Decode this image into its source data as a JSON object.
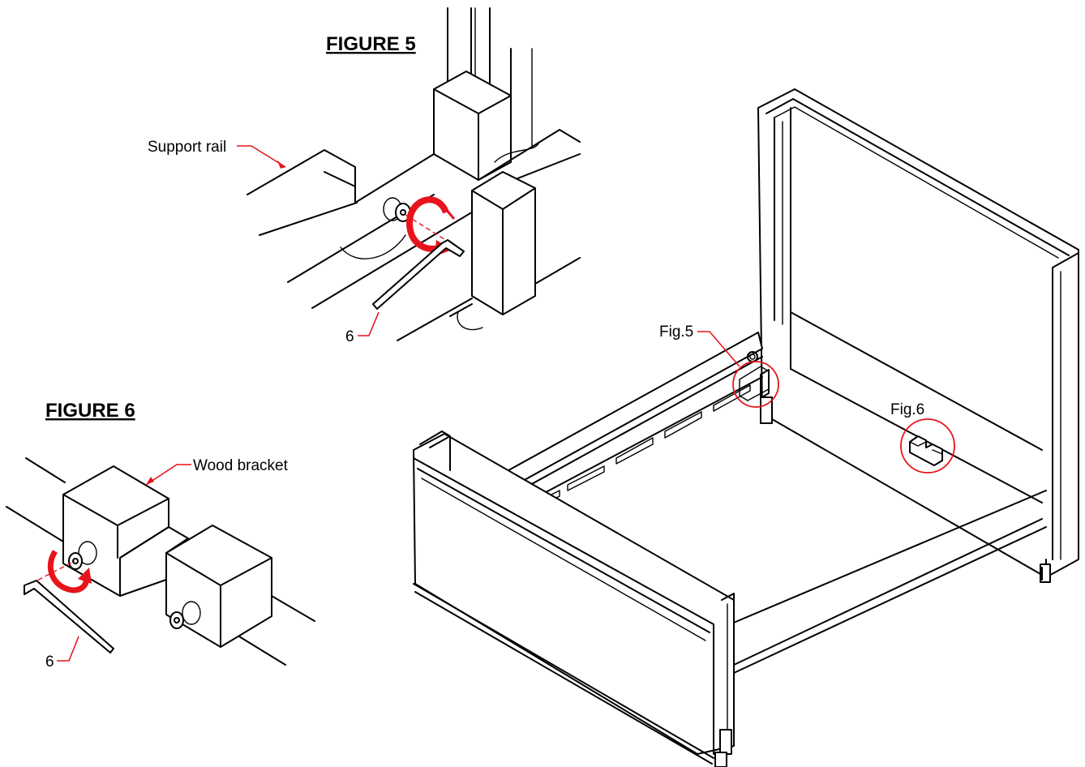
{
  "figure5": {
    "title": "FIGURE 5",
    "support_rail_label": "Support rail",
    "part_number": "6"
  },
  "figure6": {
    "title": "FIGURE 6",
    "wood_bracket_label": "Wood bracket",
    "part_number": "6"
  },
  "overview": {
    "fig5_callout": "Fig.5",
    "fig6_callout": "Fig.6"
  },
  "colors": {
    "accent": "#e8141c",
    "ink": "#000000"
  }
}
